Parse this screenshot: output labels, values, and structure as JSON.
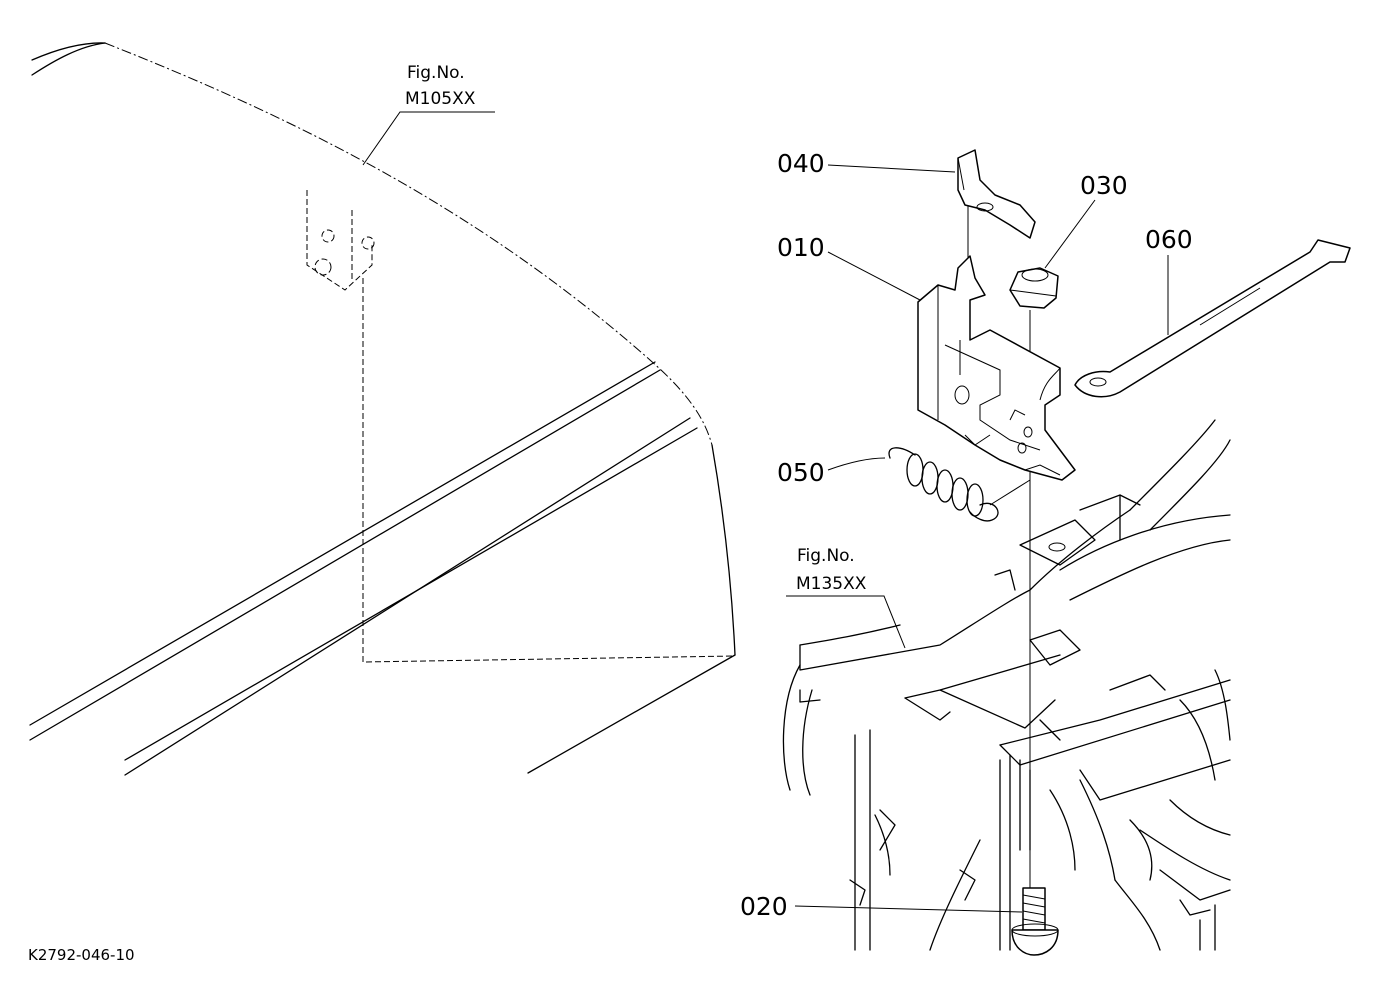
{
  "figure_refs": [
    {
      "line1": "Fig.No.",
      "line2": "M105XX"
    },
    {
      "line1": "Fig.No.",
      "line2": "M135XX"
    }
  ],
  "parts": [
    {
      "id": "040"
    },
    {
      "id": "030"
    },
    {
      "id": "010"
    },
    {
      "id": "060"
    },
    {
      "id": "050"
    },
    {
      "id": "020"
    }
  ],
  "drawing_code": "K2792-046-10"
}
